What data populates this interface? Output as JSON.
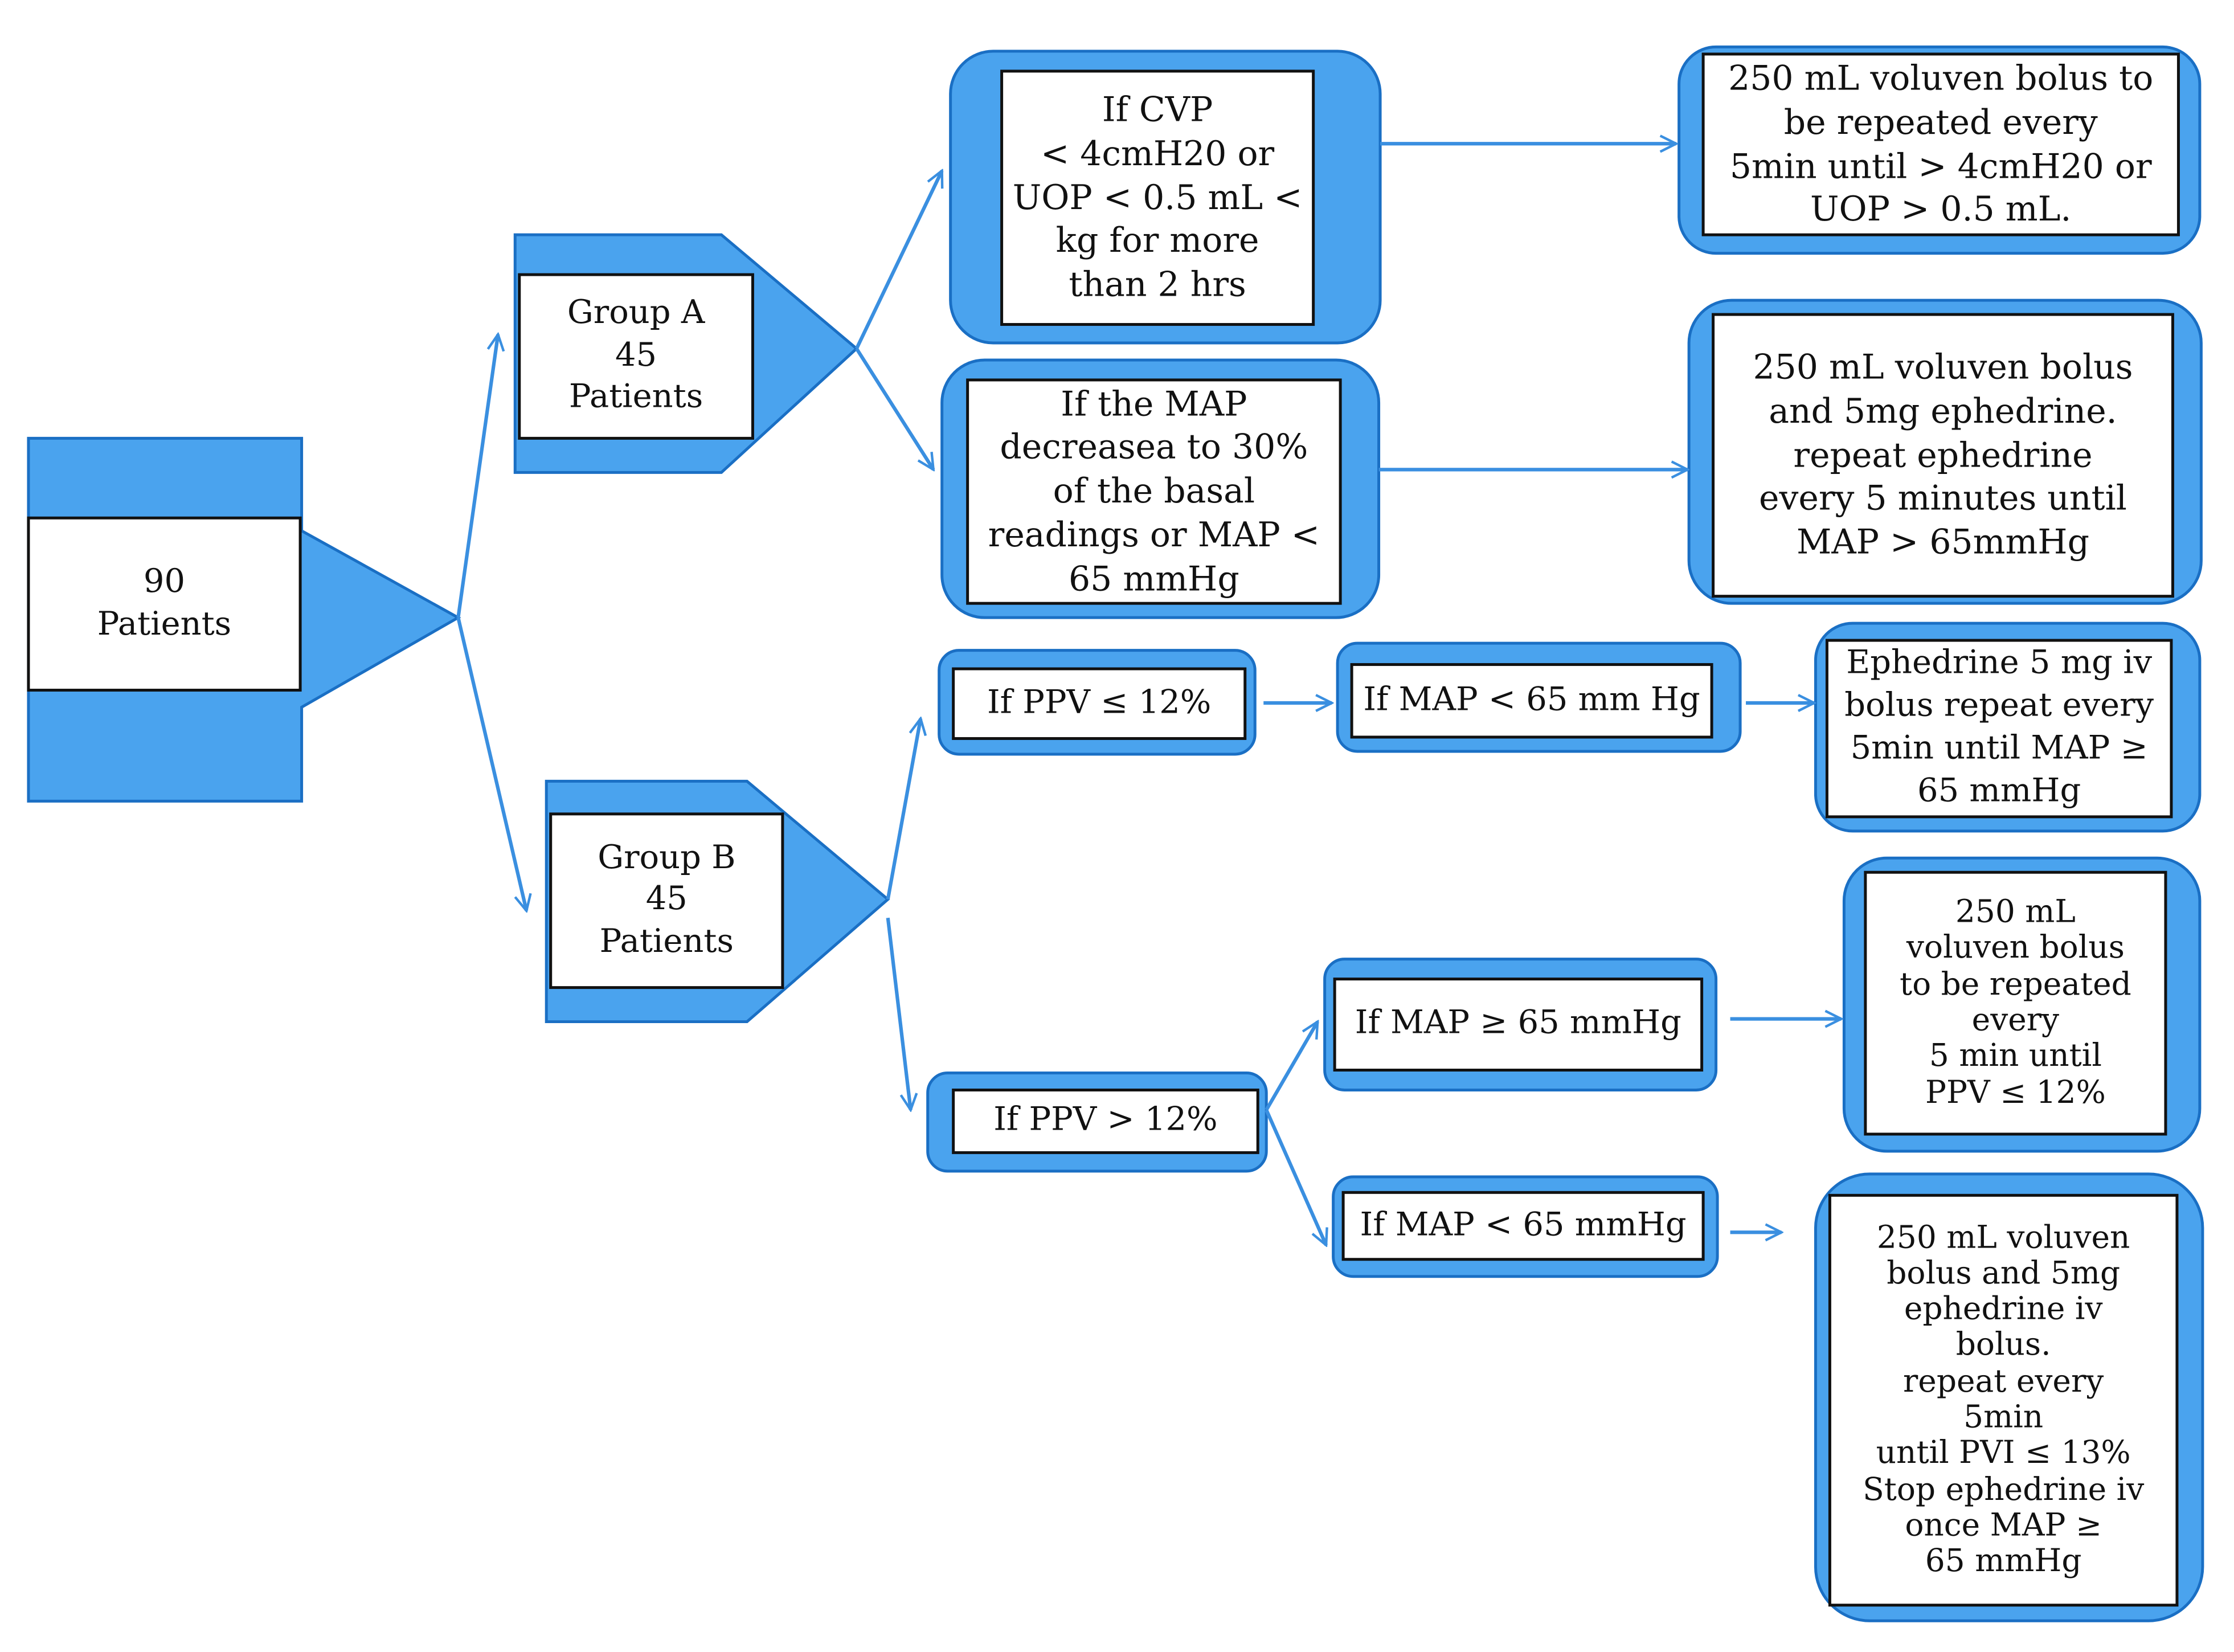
{
  "colors": {
    "fill": "#4aa3ee",
    "stroke": "#1a6fc4",
    "arrow": "#3a8fe0",
    "inner_border": "#111111"
  },
  "root": {
    "text": "90\nPatients"
  },
  "group_a": {
    "text": "Group A\n45\nPatients"
  },
  "group_b": {
    "text": "Group B\n45\nPatients"
  },
  "a_cond_cvp": {
    "text": "If CVP\n< 4cmH20 or\nUOP < 0.5 mL <\nkg for more\nthan 2 hrs"
  },
  "a_cond_map": {
    "text": "If the MAP\ndecreasea to 30%\nof the basal\nreadings or MAP <\n65 mmHg"
  },
  "a_action_cvp": {
    "text": "250 mL voluven bolus to\nbe repeated every\n5min until > 4cmH20 or\nUOP > 0.5 mL."
  },
  "a_action_map": {
    "text": "250 mL voluven bolus\nand 5mg ephedrine.\nrepeat ephedrine\nevery 5 minutes until\nMAP > 65mmHg"
  },
  "b_cond_ppv_low": {
    "text": "If PPV ≤ 12%"
  },
  "b_cond_map_low1": {
    "text": "If MAP < 65 mm Hg"
  },
  "b_action_ephedrine": {
    "text": "Ephedrine 5 mg iv\nbolus repeat every\n5min until MAP ≥\n65 mmHg"
  },
  "b_cond_ppv_high": {
    "text": "If PPV > 12%"
  },
  "b_cond_map_high": {
    "text": "If MAP ≥ 65 mmHg"
  },
  "b_cond_map_low2": {
    "text": "If MAP < 65 mmHg"
  },
  "b_action_voluven": {
    "text": "250 mL\nvoluven bolus\nto be repeated\nevery\n5 min until\nPPV ≤ 12%"
  },
  "b_action_combined": {
    "text": "250 mL voluven\nbolus and 5mg\nephedrine iv\nbolus.\nrepeat every\n5min\nuntil PVI ≤ 13%\nStop ephedrine iv\nonce MAP ≥\n65 mmHg"
  }
}
